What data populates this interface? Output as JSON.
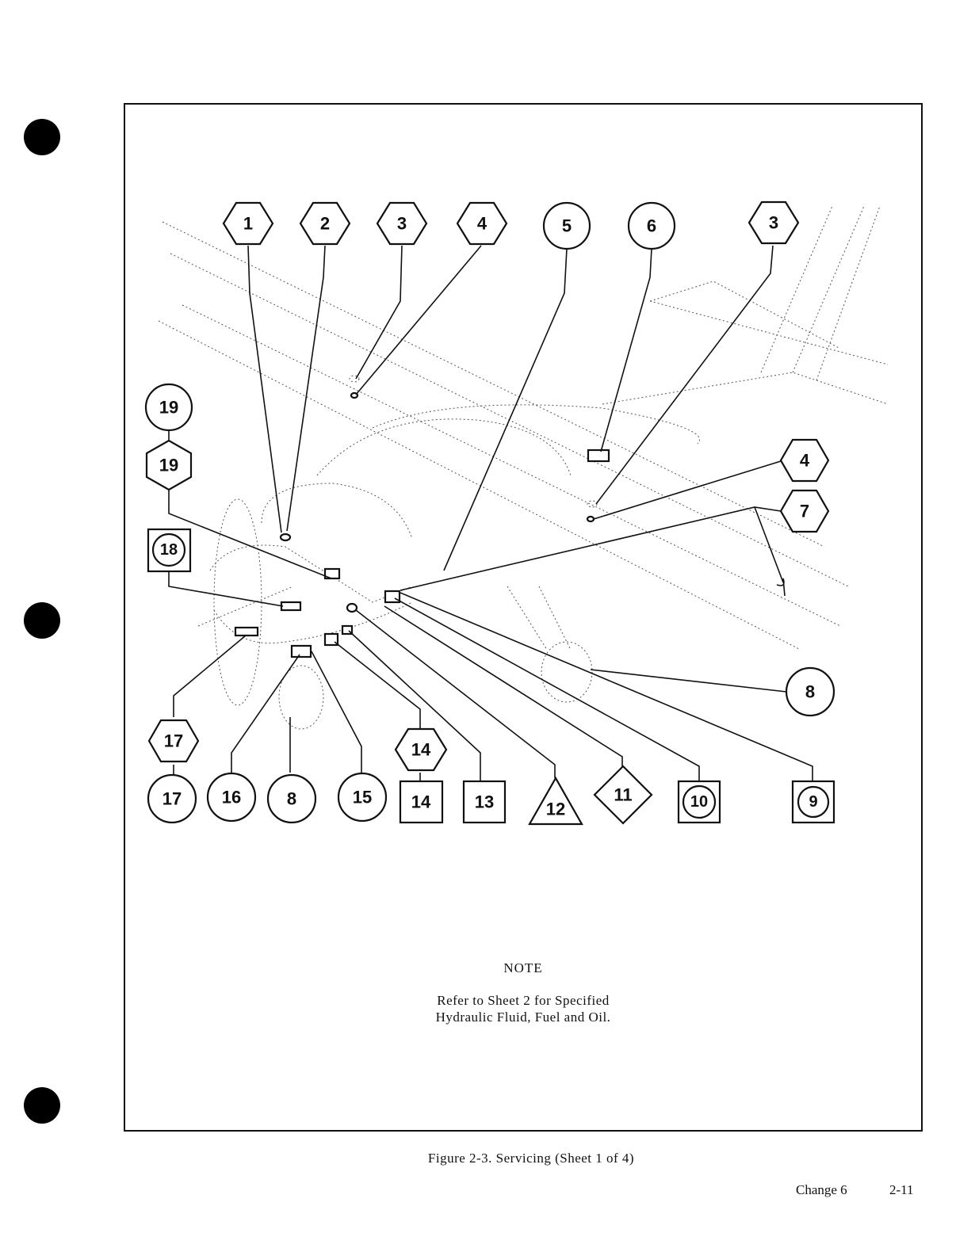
{
  "figure": {
    "callouts": [
      "1",
      "2",
      "3",
      "4",
      "5",
      "6",
      "3",
      "4",
      "7",
      "19",
      "19",
      "18",
      "8",
      "17",
      "17",
      "16",
      "8",
      "15",
      "14",
      "14",
      "13",
      "12",
      "11",
      "10",
      "9"
    ]
  },
  "note": {
    "title": "NOTE",
    "line1": "Refer to Sheet 2 for Specified",
    "line2": "Hydraulic Fluid,  Fuel and Oil."
  },
  "caption": "Figure 2-3.  Servicing (Sheet 1 of 4)",
  "footer": {
    "change": "Change 6",
    "page": "2-11"
  }
}
